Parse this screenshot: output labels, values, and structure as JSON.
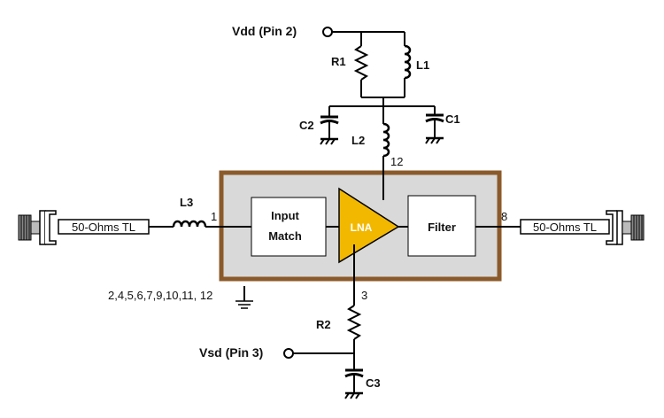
{
  "labels": {
    "vdd": "Vdd (Pin 2)",
    "vsd": "Vsd (Pin 3)",
    "r1": "R1",
    "l1": "L1",
    "c1": "C1",
    "c2": "C2",
    "l2": "L2",
    "l3": "L3",
    "r2": "R2",
    "c3": "C3",
    "pin_12": "12",
    "pin_1": "1",
    "pin_8": "8",
    "pin_3": "3",
    "ground_pins": "2,4,5,6,7,9,10,11, 12"
  },
  "blocks": {
    "input_match_line1": "Input",
    "input_match_line2": "Match",
    "lna": "LNA",
    "filter": "Filter"
  },
  "tlines": {
    "left": "50-Ohms TL",
    "right": "50-Ohms TL"
  },
  "colors": {
    "package_border": "#8B5A2B",
    "package_fill": "#d9d9d9",
    "lna_fill": "#f2b800"
  }
}
